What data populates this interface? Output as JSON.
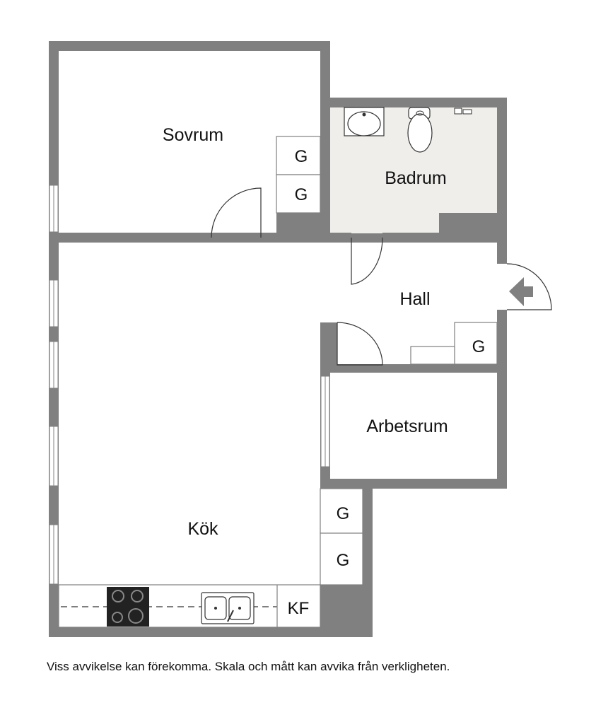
{
  "rooms": {
    "sovrum": "Sovrum",
    "badrum": "Badrum",
    "hall": "Hall",
    "arbetsrum": "Arbetsrum",
    "kok": "Kök"
  },
  "closets": {
    "sovrum_top": "G",
    "sovrum_bottom": "G",
    "hall": "G",
    "kok_top": "G",
    "kok_bottom": "G"
  },
  "appliances": {
    "fridge_freezer": "KF"
  },
  "icons": {
    "entrance": "entrance-arrow-icon",
    "sink": "washbasin-icon",
    "toilet": "toilet-icon",
    "tap": "tap-icon",
    "stove": "stove-icon",
    "kitchen_sink": "kitchen-sink-icon"
  },
  "colors": {
    "wall": "#808080",
    "bathroom_floor": "#efeeea",
    "floor": "#ffffff",
    "hob": "#222222"
  },
  "disclaimer": "Viss avvikelse kan förekomma. Skala och mått kan avvika från verkligheten."
}
